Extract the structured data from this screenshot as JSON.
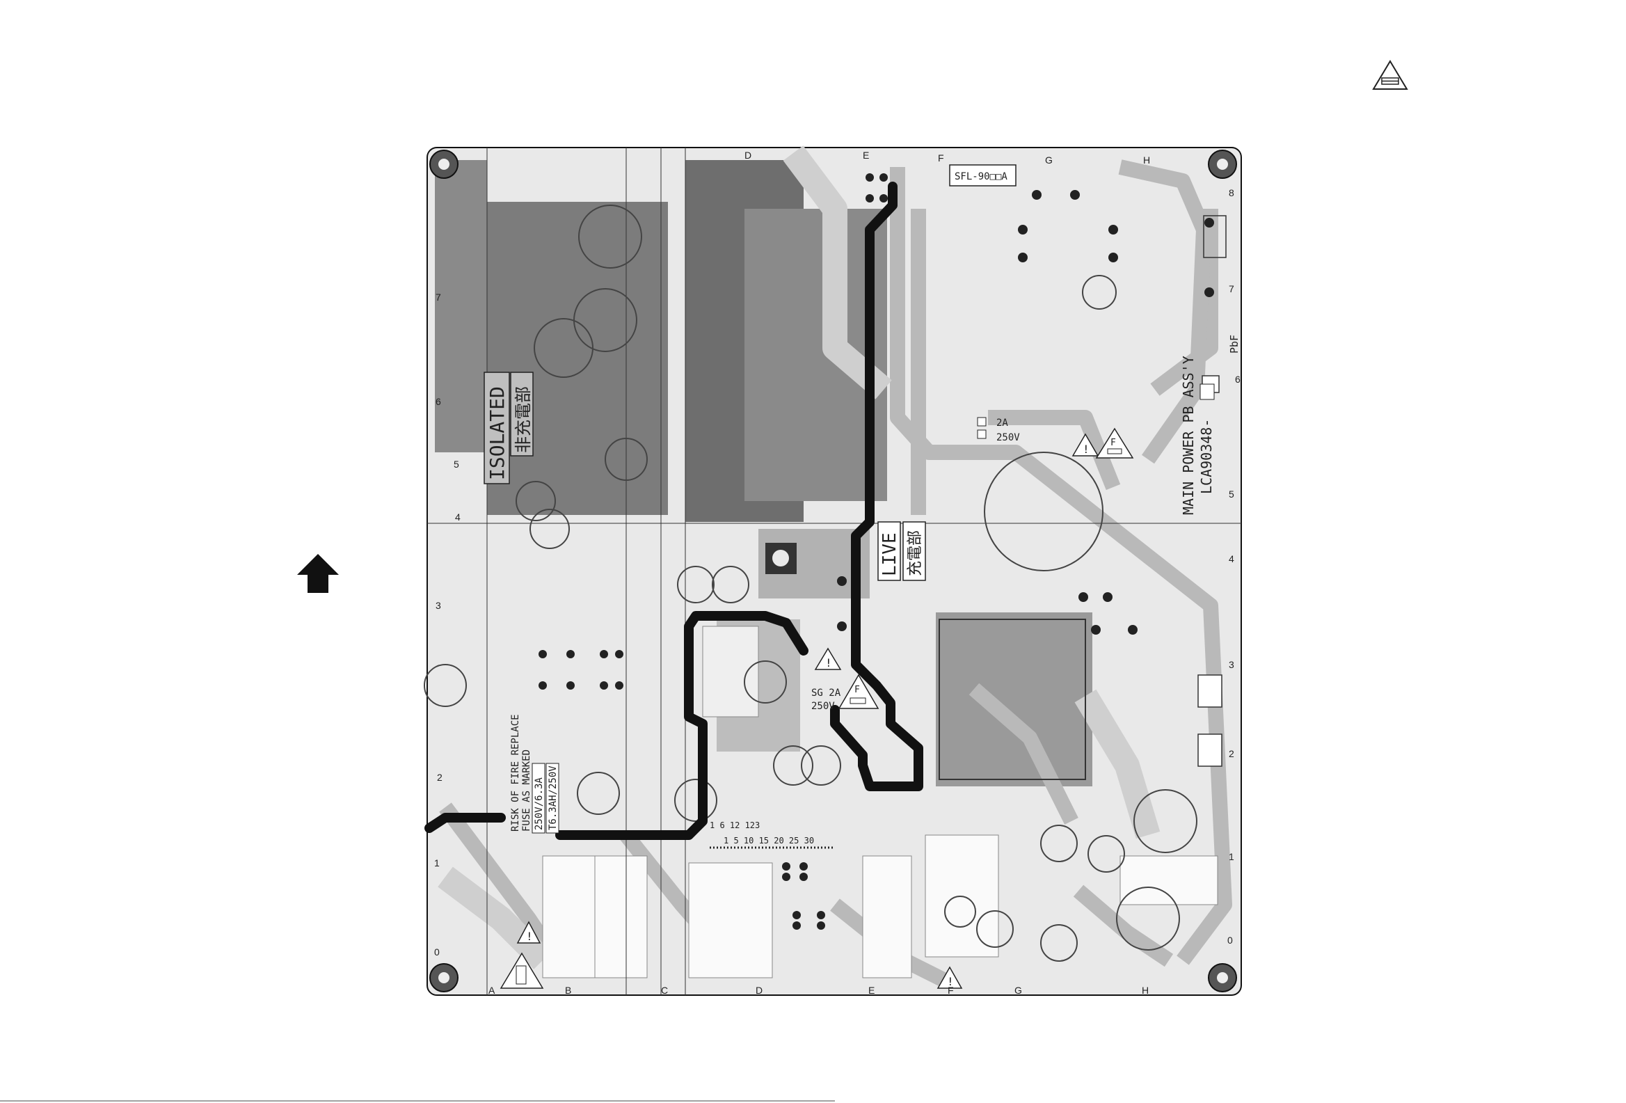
{
  "board": {
    "title": "MAIN POWER PB ASS'Y",
    "part_no": "LCA90348-",
    "pbf": "PbF",
    "model_box": "SFL-90□□A",
    "isolated_label": "ISOLATED",
    "isolated_jp": "非充電部",
    "live_label": "LIVE",
    "live_jp": "充電部",
    "fuse_warning_1": "RISK OF FIRE REPLACE",
    "fuse_warning_2": "FUSE AS MARKED",
    "fuse_rating_1": "250V/6.3A",
    "fuse_rating_2": "T6.3AH/250V",
    "fuse_f1_a": "2A",
    "fuse_f1_v": "250V",
    "fuse_f2_a": "SG 2A",
    "fuse_f2_v": "250V",
    "fuse_letter": "F",
    "pin_header": "1 6 12 123",
    "pin_row": "1 5 10 15 20 25 30"
  },
  "columns_top": [
    "D",
    "E",
    "F",
    "G",
    "H"
  ],
  "columns_bottom": [
    "A",
    "B",
    "C",
    "D",
    "E",
    "F",
    "G",
    "H"
  ],
  "rows_right": [
    "8",
    "7",
    "6",
    "5",
    "4",
    "3",
    "2",
    "1",
    "0"
  ],
  "rows_left": [
    "7",
    "6",
    "5",
    "4",
    "3",
    "2",
    "1",
    "0"
  ],
  "icons": {
    "corner": "fuse-warning-triangle-icon",
    "orientation": "up-arrow-icon"
  }
}
